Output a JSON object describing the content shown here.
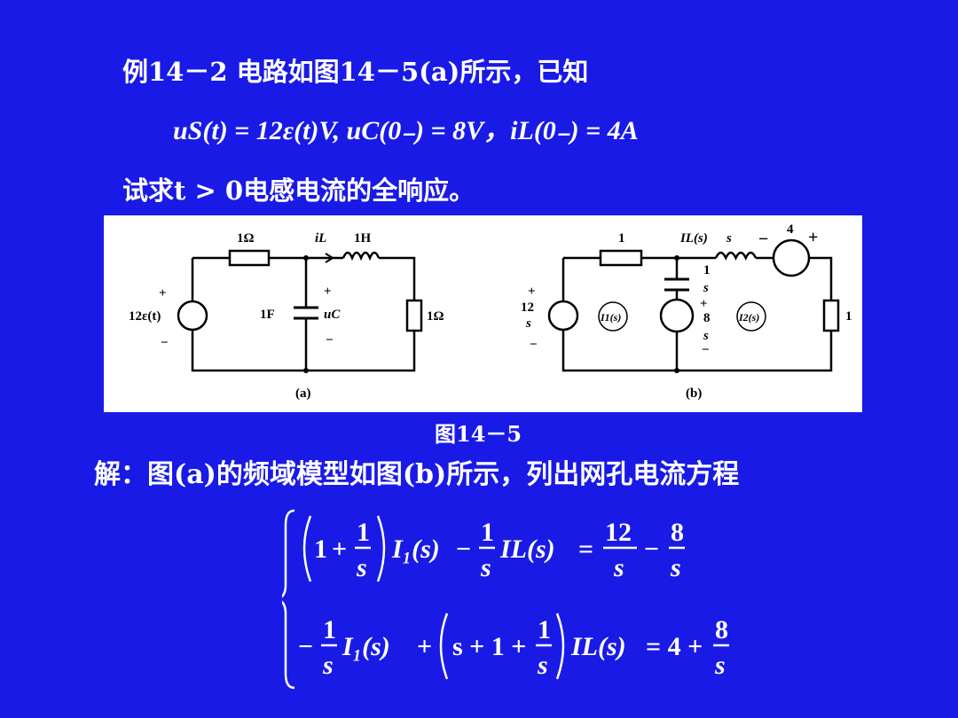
{
  "title": "例14－2 电路如图14－5(a)所示，已知",
  "given": "uS(t) = 12ε(t)V, uC(0₋) = 8V，iL(0₋) = 4A",
  "ask": "试求t > 0电感电流的全响应。",
  "figure": {
    "caption": "图14－5",
    "a": {
      "label": "(a)",
      "r1": "1Ω",
      "iL": "iL",
      "L": "1H",
      "source": "12ε(t)",
      "C": "1F",
      "uC": "uC",
      "r2": "1Ω",
      "plus": "+",
      "minus": "−"
    },
    "b": {
      "label": "(b)",
      "r1": "1",
      "IL": "IL(s)",
      "sL": "s",
      "src4": "4",
      "src_num": "12",
      "src_den": "s",
      "c_num": "1",
      "c_den": "s",
      "v_num": "8",
      "v_den": "s",
      "I1": "I1(s)",
      "I2": "I2(s)",
      "r2": "1"
    }
  },
  "solution": "解：图(a)的频域模型如图(b)所示，列出网孔电流方程",
  "equations": {
    "e1": {
      "one": "1",
      "plus": "+",
      "n1": "1",
      "d1": "s",
      "I1": "I₁(s)",
      "minus": "−",
      "n2": "1",
      "d2": "s",
      "IL": "IL(s)",
      "eq": "=",
      "n3": "12",
      "d3": "s",
      "minus2": "−",
      "n4": "8",
      "d4": "s"
    },
    "e2": {
      "minus": "−",
      "n1": "1",
      "d1": "s",
      "I1": "I₁(s)",
      "plus": "+",
      "s1": "s + 1 +",
      "n2": "1",
      "d2": "s",
      "IL": "IL(s)",
      "eq": "= 4 +",
      "n3": "8",
      "d3": "s"
    }
  }
}
